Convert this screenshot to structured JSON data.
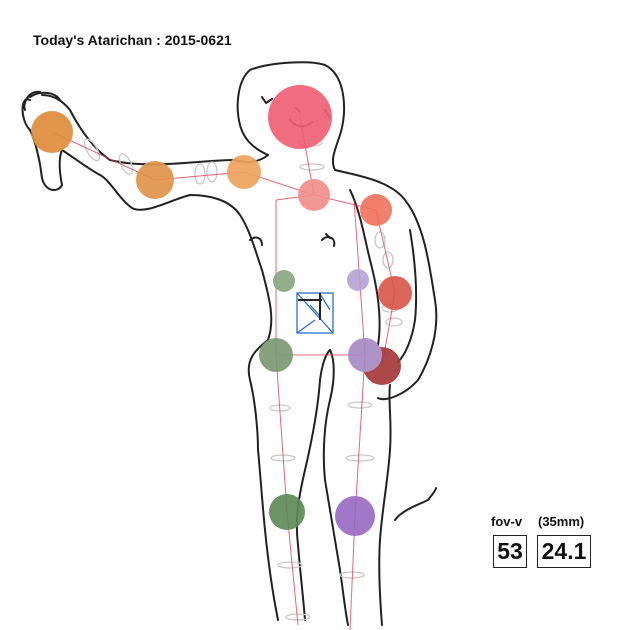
{
  "title": "Today's Atarichan : 2015-0621",
  "fov": {
    "label": "fov-v",
    "value": "53"
  },
  "focal": {
    "label": "(35mm)",
    "value": "24.1"
  },
  "joint_colors": {
    "head": "#ef6074",
    "neck": "#f0908c",
    "right_arm": "#dd8c3c",
    "right_elbow": "#e0944a",
    "right_shoulder": "#eea35e",
    "left_shoulder": "#f07560",
    "left_elbow": "#d8584a",
    "left_wrist": "#a83838",
    "right_hip": "#8aa882",
    "right_knee": "#5f8a5a",
    "left_hip": "#a88ac4",
    "left_knee": "#9a6cc4",
    "rig_line": "#e0405a",
    "center_gizmo": "#2a70c8"
  }
}
